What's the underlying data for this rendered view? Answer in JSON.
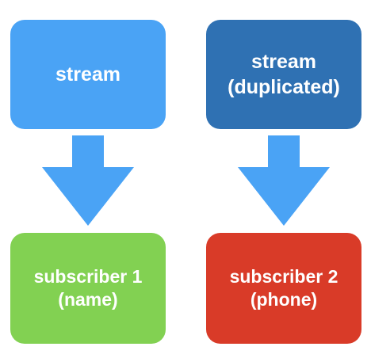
{
  "colors": {
    "source_stream": "#4aa3f5",
    "duplicated_stream": "#2f71b3",
    "subscriber_1": "#82d152",
    "subscriber_2": "#d93b28",
    "arrow": "#4aa3f5",
    "text": "#ffffff"
  },
  "nodes": {
    "stream": {
      "line1": "stream"
    },
    "stream_duplicated": {
      "line1": "stream",
      "line2": "(duplicated)"
    },
    "subscriber_1": {
      "line1": "subscriber 1",
      "line2": "(name)"
    },
    "subscriber_2": {
      "line1": "subscriber 2",
      "line2": "(phone)"
    }
  },
  "edges": [
    {
      "from": "stream",
      "to": "subscriber_1",
      "icon": "arrow-down-icon"
    },
    {
      "from": "stream_duplicated",
      "to": "subscriber_2",
      "icon": "arrow-down-icon"
    }
  ]
}
